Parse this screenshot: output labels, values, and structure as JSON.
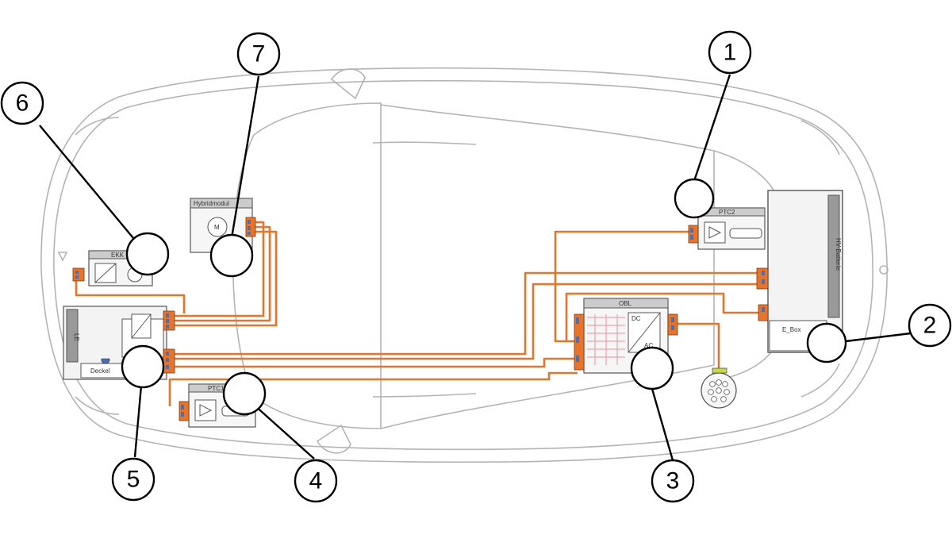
{
  "colors": {
    "cable": "#e8742c",
    "outline": "#b4b4b4",
    "component": "#555555",
    "connector": "#4d6fae",
    "callout": "#000000"
  },
  "components": {
    "ptc2": "PTC2",
    "hv_battery": "HV-Batterie",
    "e_box": "E_Box",
    "obl": "OBL",
    "obl_dc": "DC",
    "obl_ac": "AC",
    "ptc1": "PTC1",
    "le": "LE",
    "deckel": "Deckel",
    "ekk": "EKK",
    "hybridmodul": "Hybridmodul",
    "motor_symbol": "M"
  },
  "callouts": [
    "1",
    "2",
    "3",
    "4",
    "5",
    "6",
    "7"
  ]
}
